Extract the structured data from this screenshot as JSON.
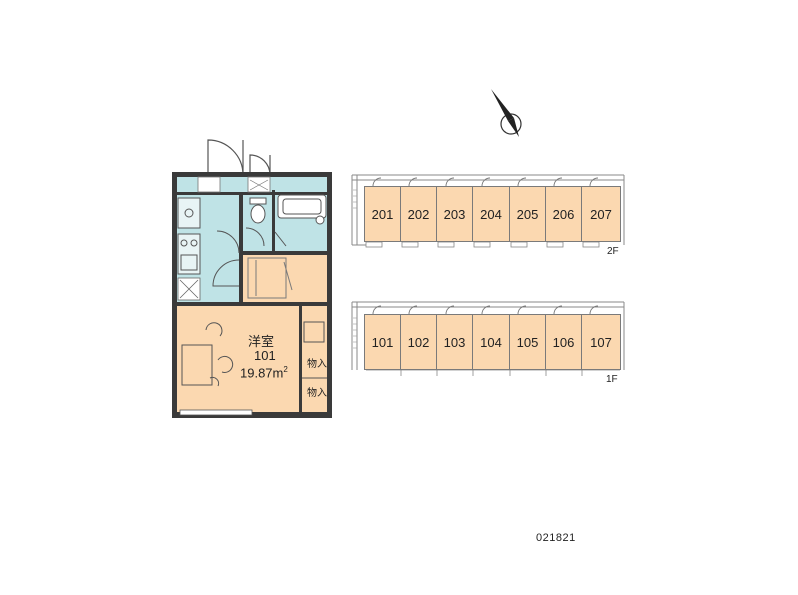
{
  "colors": {
    "room": "#fbd8b0",
    "wet_area": "#bfe3e6",
    "wall": "#3a3a3a",
    "line": "#7a7a7a"
  },
  "floor_plan": {
    "room_type": "洋室",
    "room_number": "101",
    "area": "19.87m",
    "area_superscript": "2",
    "storage_1": "物入",
    "storage_2": "物入"
  },
  "floors": {
    "upper": {
      "label": "2F",
      "units": [
        "201",
        "202",
        "203",
        "204",
        "205",
        "206",
        "207"
      ]
    },
    "lower": {
      "label": "1F",
      "units": [
        "101",
        "102",
        "103",
        "104",
        "105",
        "106",
        "107"
      ]
    }
  },
  "icons": {
    "compass": "north-arrow-icon"
  },
  "code": "021821"
}
